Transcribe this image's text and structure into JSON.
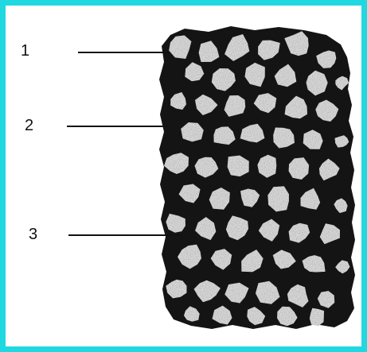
{
  "figure": {
    "border_color": "#20d8e0",
    "background": "#ffffff",
    "matrix_color": "#141414",
    "grain_color": "#dcdcdc",
    "grain_speckle_color": "#8a8a8a",
    "labels": [
      {
        "id": "label-1",
        "text": "1"
      },
      {
        "id": "label-2",
        "text": "2"
      },
      {
        "id": "label-3",
        "text": "3"
      }
    ]
  }
}
